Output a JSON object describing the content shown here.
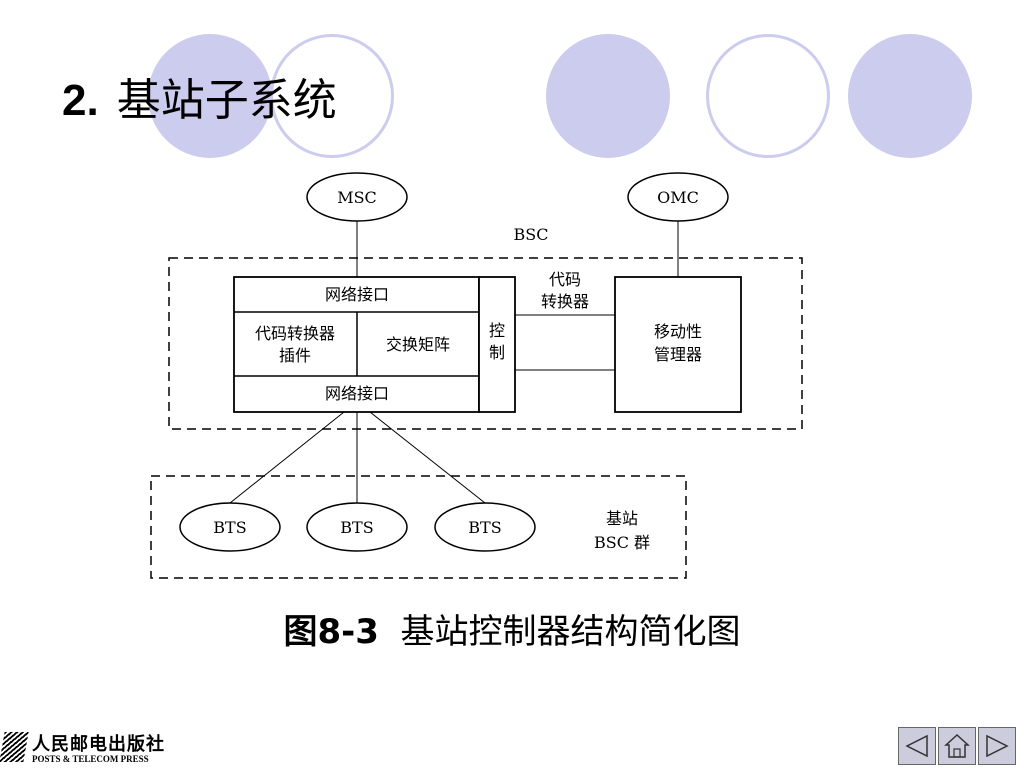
{
  "title": {
    "number": "2.",
    "text": "基站子系统"
  },
  "diagram": {
    "msc": "MSC",
    "omc": "OMC",
    "bsc_label": "BSC",
    "net_interface_top": "网络接口",
    "net_interface_bottom": "网络接口",
    "codec_plugin_line1": "代码转换器",
    "codec_plugin_line2": "插件",
    "switch_matrix": "交换矩阵",
    "control_line1": "控",
    "control_line2": "制",
    "codec_line1": "代码",
    "codec_line2": "转换器",
    "mobility_line1": "移动性",
    "mobility_line2": "管理器",
    "bts": [
      "BTS",
      "BTS",
      "BTS"
    ],
    "group_line1": "基站",
    "group_line2": "BSC 群"
  },
  "caption": {
    "label": "图8-3",
    "text": "基站控制器结构简化图"
  },
  "publisher": {
    "name_cn": "人民邮电出版社",
    "name_en": "POSTS & TELECOM PRESS"
  },
  "nav": {
    "prev_icon": "triangle-left-icon",
    "home_icon": "home-icon",
    "next_icon": "triangle-right-icon"
  },
  "colors": {
    "decor": "#ccccee",
    "nav_button": "#ccccdd"
  }
}
